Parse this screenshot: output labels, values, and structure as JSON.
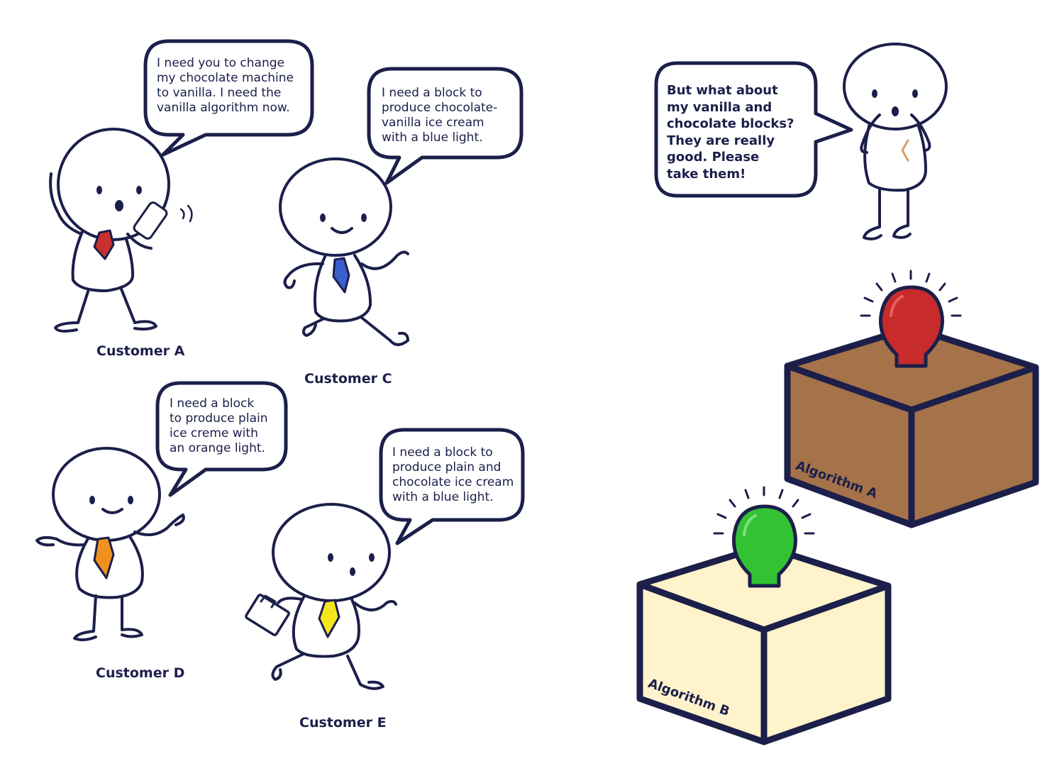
{
  "customers": [
    {
      "id": "a",
      "caption": "Customer A",
      "speech": "I need you to change\nmy chocolate machine\nto vanilla. I need the\nvanilla algorithm now.",
      "tie_color": "#c9302c"
    },
    {
      "id": "c",
      "caption": "Customer C",
      "speech": "I need a block to\nproduce chocolate-\nvanilla ice cream\nwith a blue light.",
      "tie_color": "#3a5fcd"
    },
    {
      "id": "d",
      "caption": "Customer D",
      "speech": "I need a block\nto produce plain\nice creme with\nan orange light.",
      "tie_color": "#f0911e"
    },
    {
      "id": "e",
      "caption": "Customer E",
      "speech": "I need a block to\nproduce plain and\nchocolate ice cream\nwith a blue light.",
      "tie_color": "#f5e61b"
    }
  ],
  "developer": {
    "speech": "But what about\nmy vanilla and\nchocolate blocks?\nThey are really\ngood. Please\ntake them!",
    "tie_color": "#d6a15e"
  },
  "blocks": [
    {
      "id": "a",
      "label": "Algorithm A",
      "box_color": "#a5724a",
      "top_color": "#a5724a",
      "bulb_color": "#c72b2b"
    },
    {
      "id": "b",
      "label": "Algorithm B",
      "box_color": "#fff3cc",
      "top_color": "#fff3cc",
      "bulb_color": "#33c233"
    }
  ],
  "colors": {
    "outline": "#1b1f4a",
    "background": "#ffffff"
  }
}
